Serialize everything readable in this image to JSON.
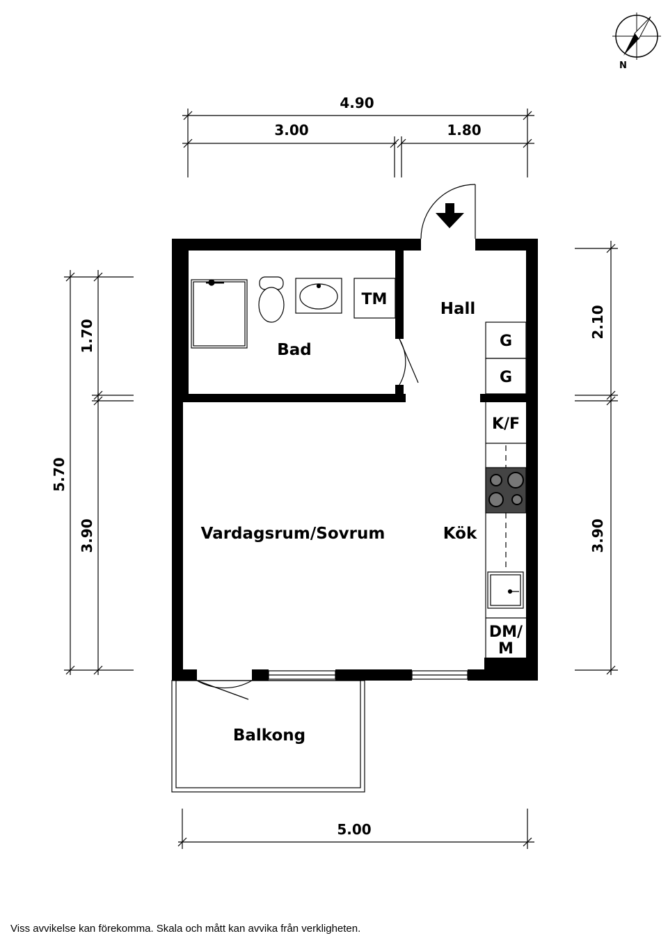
{
  "compass": {
    "label": "N"
  },
  "dimensions": {
    "top_total": "4.90",
    "top_left": "3.00",
    "top_right": "1.80",
    "left_total": "5.70",
    "left_top": "1.70",
    "left_bottom": "3.90",
    "right_top": "2.10",
    "right_bottom": "3.90",
    "bottom_total": "5.00"
  },
  "rooms": {
    "bad": "Bad",
    "hall": "Hall",
    "living": "Vardagsrum/Sovrum",
    "kitchen": "Kök",
    "balcony": "Balkong"
  },
  "fixtures": {
    "tm": "TM",
    "g1": "G",
    "g2": "G",
    "kf": "K/F",
    "dm_line1": "DM/",
    "dm_line2": "M"
  },
  "disclaimer": "Viss avvikelse kan förekomma. Skala och mått kan avvika från verkligheten."
}
